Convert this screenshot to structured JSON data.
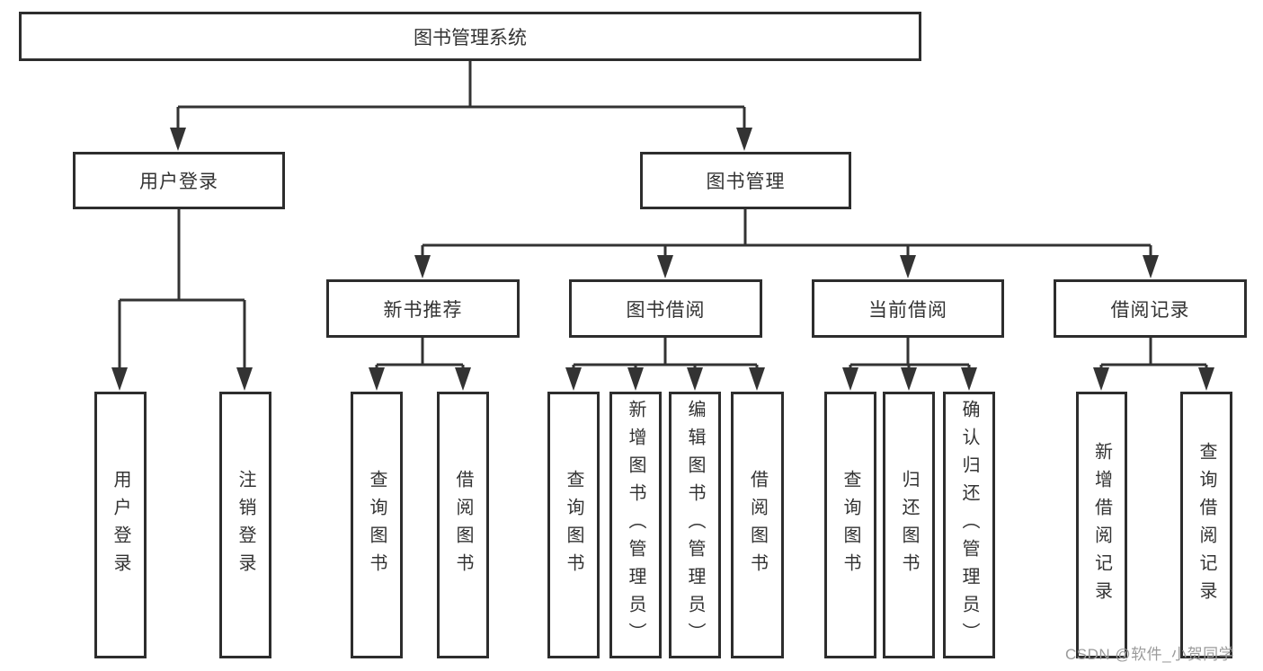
{
  "diagram": {
    "type": "hierarchy-tree",
    "watermark": {
      "text": "CSDN @软件_小贺同学"
    },
    "colors": {
      "background": "#ffffff",
      "line": "#333333",
      "box_border": "#2d2d2d",
      "text": "#333333",
      "watermark": "#9b9b9b"
    },
    "tree": {
      "label": "图书管理系统",
      "children": [
        {
          "label": "用户登录",
          "children": [
            {
              "label": "用户登录"
            },
            {
              "label": "注销登录"
            }
          ]
        },
        {
          "label": "图书管理",
          "children": [
            {
              "label": "新书推荐",
              "children": [
                {
                  "label": "查询图书"
                },
                {
                  "label": "借阅图书"
                }
              ]
            },
            {
              "label": "图书借阅",
              "children": [
                {
                  "label": "查询图书"
                },
                {
                  "label": "新增图书（管理员）"
                },
                {
                  "label": "编辑图书（管理员）"
                },
                {
                  "label": "借阅图书"
                }
              ]
            },
            {
              "label": "当前借阅",
              "children": [
                {
                  "label": "查询图书"
                },
                {
                  "label": "归还图书"
                },
                {
                  "label": "确认归还（管理员）"
                }
              ]
            },
            {
              "label": "借阅记录",
              "children": [
                {
                  "label": "新增借阅记录"
                },
                {
                  "label": "查询借阅记录"
                }
              ]
            }
          ]
        }
      ]
    }
  }
}
